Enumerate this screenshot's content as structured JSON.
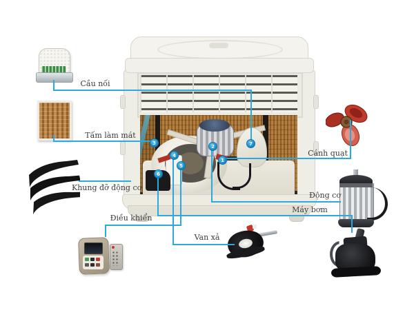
{
  "diagram": {
    "type": "labeled-parts-diagram",
    "subject": "evaporative-air-cooler-components",
    "accent_color": "#2AA9E1",
    "marker_color": "#1287C7",
    "text_color": "#3B3B3B",
    "background_color": "#FFFFFF"
  },
  "labels": {
    "cau_noi": "Cầu nối",
    "tam_lam_mat": "Tấm làm mát",
    "khung_do_dong_co": "Khung đỡ động cơ",
    "dieu_khien": "Điều khiển",
    "van_xa": "Van xả",
    "canh_quat": "Cánh quạt",
    "dong_co": "Động cơ",
    "may_bom": "Máy bơm"
  },
  "markers": {
    "canh_quat": "1",
    "dong_co": "2",
    "tam_lam_mat": "3",
    "van_xa": "4",
    "dieu_khien": "5",
    "may_bom": "6",
    "cau_noi": "7"
  },
  "components": [
    {
      "name": "terminal-connector",
      "label_key": "cau_noi"
    },
    {
      "name": "cooling-pad",
      "label_key": "tam_lam_mat"
    },
    {
      "name": "motor-support-frame",
      "label_key": "khung_do_dong_co"
    },
    {
      "name": "controller-with-remote",
      "label_key": "dieu_khien"
    },
    {
      "name": "drain-valve",
      "label_key": "van_xa"
    },
    {
      "name": "fan-blade",
      "label_key": "canh_quat"
    },
    {
      "name": "motor",
      "label_key": "dong_co"
    },
    {
      "name": "water-pump",
      "label_key": "may_bom"
    }
  ]
}
